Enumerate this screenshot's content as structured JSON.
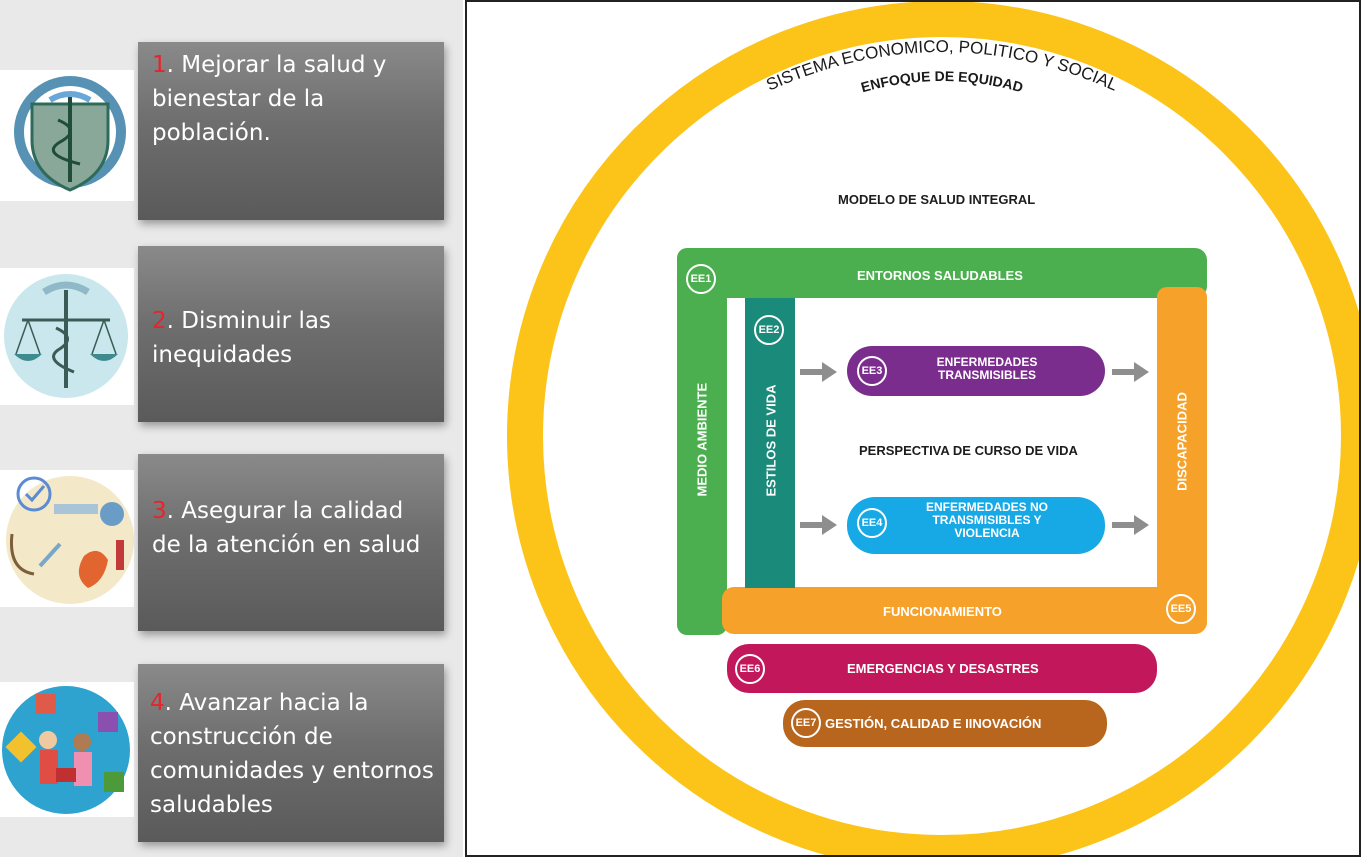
{
  "goals": [
    {
      "number": "1",
      "text": ". Mejorar la salud y bienestar de la población.",
      "icon": "caduceus-shield-icon"
    },
    {
      "number": "2",
      "text": ". Disminuir las inequidades",
      "icon": "justice-scales-icon"
    },
    {
      "number": "3",
      "text": ". Asegurar la calidad de la atención en salud",
      "icon": "medical-care-icon"
    },
    {
      "number": "4",
      "text": ". Avanzar hacia la construcción de comunidades y entornos saludables",
      "icon": "community-puzzle-icon"
    }
  ],
  "diagram": {
    "outer_title": "SISTEMA ECONOMICO, POLITICO Y SOCIAL",
    "ring_label": "ENFOQUE DE EQUIDAD",
    "model_title": "MODELO DE SALUD INTEGRAL",
    "center_label": "PERSPECTIVA DE CURSO DE VIDA",
    "ee1": {
      "code": "EE1",
      "top_label": "ENTORNOS SALUDABLES",
      "side_label": "MEDIO AMBIENTE"
    },
    "ee2": {
      "code": "EE2",
      "label": "ESTILOS DE VIDA"
    },
    "ee3": {
      "code": "EE3",
      "line1": "ENFERMEDADES",
      "line2": "TRANSMISIBLES"
    },
    "ee4": {
      "code": "EE4",
      "line1": "ENFERMEDADES NO",
      "line2": "TRANSMISIBLES Y",
      "line3": "VIOLENCIA"
    },
    "ee5": {
      "code": "EE5",
      "bottom_label": "FUNCIONAMIENTO",
      "side_label": "DISCAPACIDAD"
    },
    "ee6": {
      "code": "EE6",
      "label": "EMERGENCIAS Y DESASTRES"
    },
    "ee7": {
      "code": "EE7",
      "label": "GESTIÓN, CALIDAD E IINOVACIÓN"
    },
    "colors": {
      "ring": "#fcc419",
      "ee1": "#4caf4f",
      "ee2": "#1a8a7a",
      "ee3": "#7b2d8e",
      "ee4": "#16a9e6",
      "ee5": "#f6a22a",
      "ee6": "#c2185b",
      "ee7": "#b8651d",
      "goal_number": "#e8242a"
    }
  }
}
